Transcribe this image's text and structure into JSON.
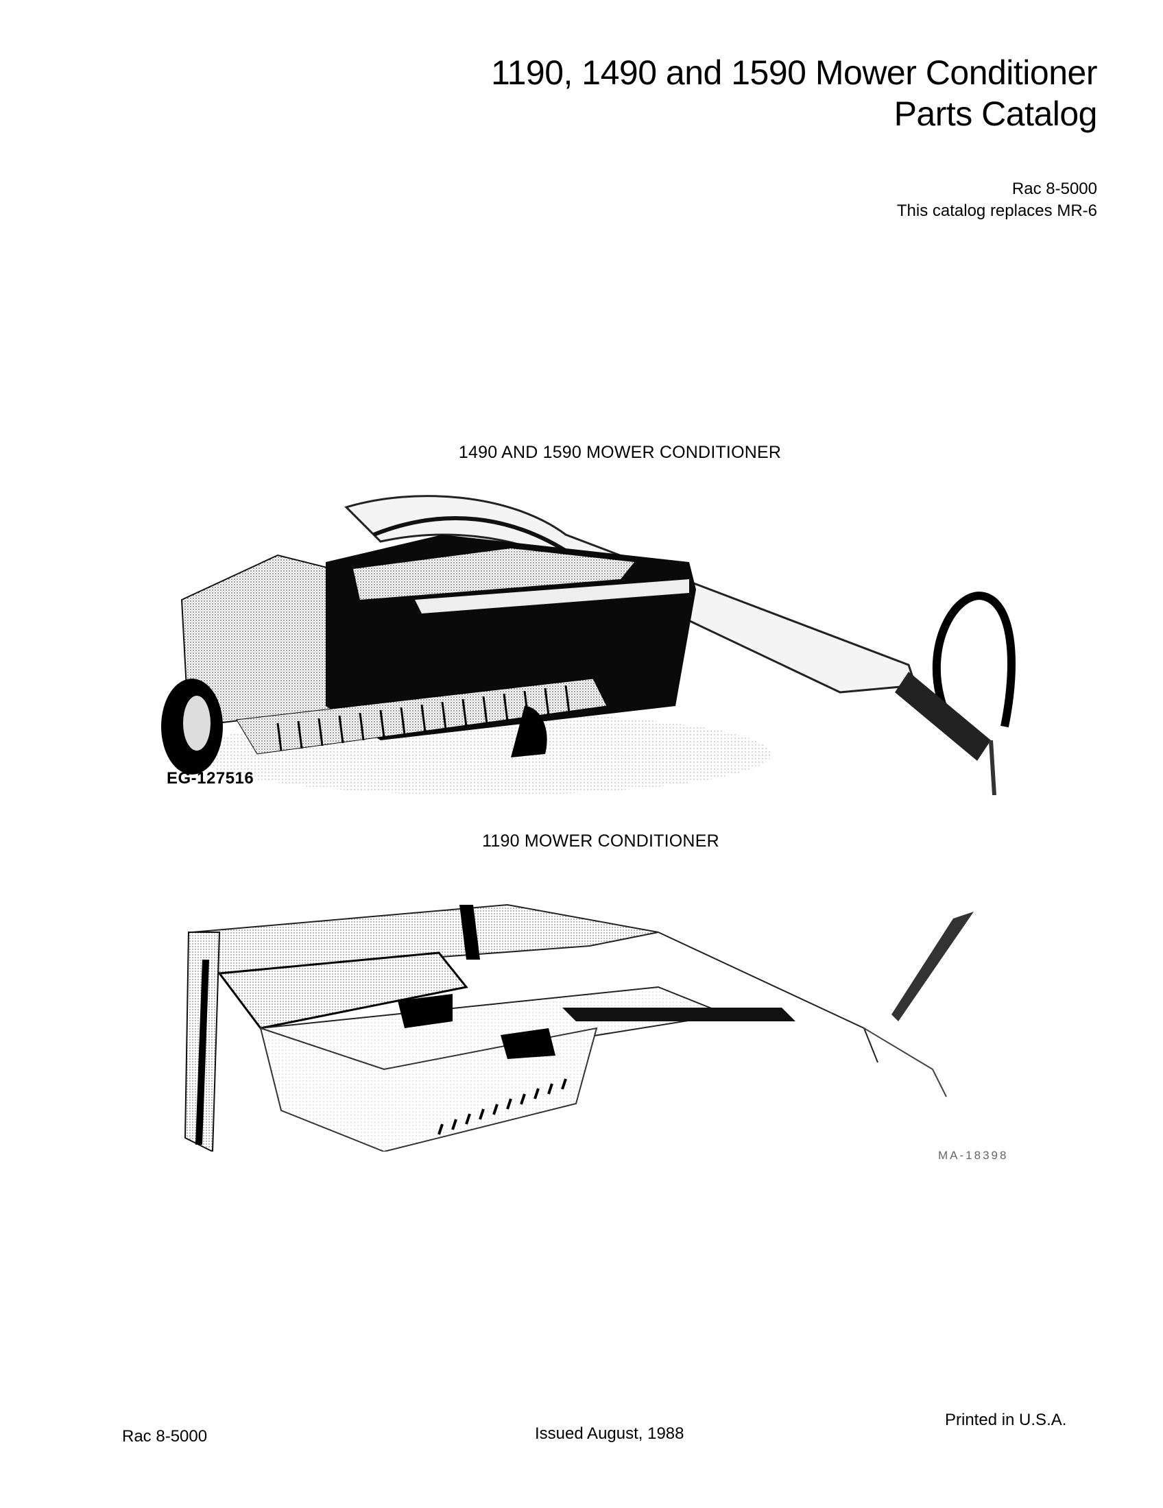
{
  "document": {
    "title_line1": "1190, 1490 and 1590 Mower Conditioner",
    "title_line2": "Parts Catalog",
    "publication_number": "Rac 8-5000",
    "replaces_note": "This catalog replaces MR-6"
  },
  "figures": [
    {
      "caption": "1490 AND 1590 MOWER CONDITIONER",
      "figure_id": "EG-127516",
      "illustration": "mower-conditioner-1490-1590-photo"
    },
    {
      "caption": "1190 MOWER CONDITIONER",
      "figure_id": "MA-18398",
      "illustration": "mower-conditioner-1190-photo"
    }
  ],
  "footer": {
    "left": "Rac 8-5000",
    "center": "Issued August, 1988",
    "right": "Printed in U.S.A."
  }
}
